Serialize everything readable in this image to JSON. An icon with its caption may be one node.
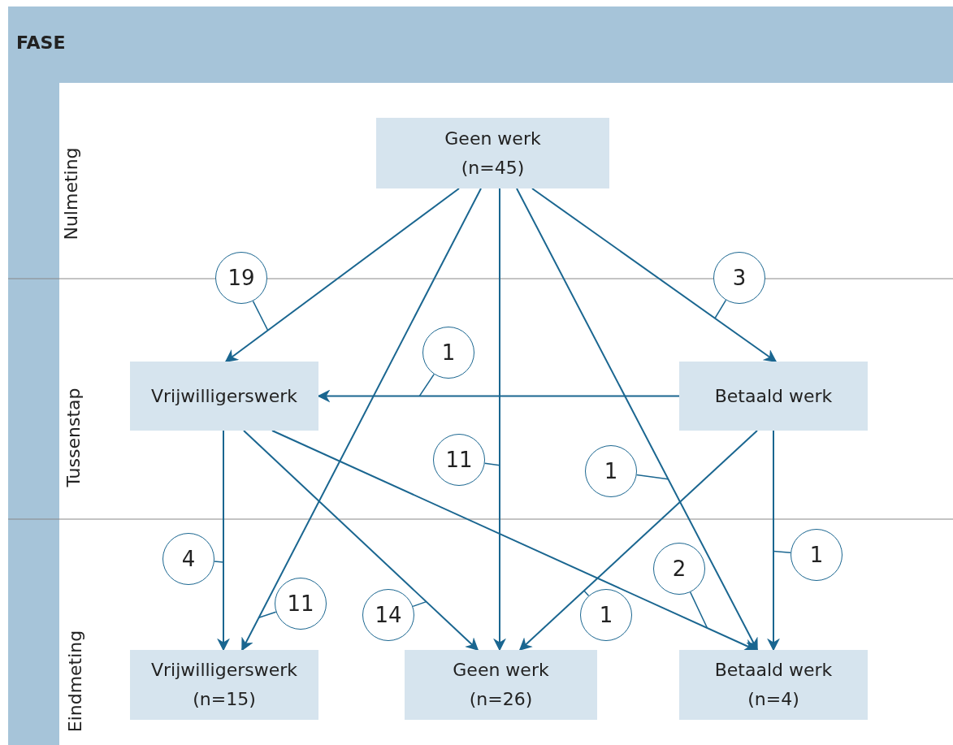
{
  "diagram": {
    "nodes": [
      {
        "text": [
          "Geen werk",
          "(n=45)"
        ]
      },
      {
        "text": [
          "Vrijwilligerswerk"
        ]
      },
      {
        "text": [
          "Betaald werk"
        ]
      },
      {
        "text": [
          "Vrijwilligerswerk",
          "(n=15)"
        ]
      },
      {
        "text": [
          "Geen werk",
          "(n=26)"
        ]
      },
      {
        "text": [
          "Betaald werk",
          "(n=4)"
        ]
      }
    ],
    "edges": [
      {
        "from": 0,
        "to": 1,
        "arrow": "to",
        "label": "19"
      },
      {
        "from": 0,
        "to": 3,
        "arrow": "to",
        "label": "11"
      },
      {
        "from": 0,
        "to": 4,
        "arrow": "to",
        "label": "11"
      },
      {
        "from": 0,
        "to": 5,
        "arrow": "to",
        "label": "1"
      },
      {
        "from": 0,
        "to": 2,
        "arrow": "to",
        "label": "3"
      },
      {
        "from": 2,
        "to": 1,
        "arrow": "to",
        "label": "1"
      },
      {
        "from": 1,
        "to": 3,
        "arrow": "to",
        "label": "4"
      },
      {
        "from": 1,
        "to": 4,
        "arrow": "to",
        "label": "14"
      },
      {
        "from": 1,
        "to": 5,
        "arrow": "to",
        "label": "2"
      },
      {
        "from": 2,
        "to": 4,
        "arrow": "to",
        "label": "1"
      },
      {
        "from": 2,
        "to": 5,
        "arrow": "to",
        "label": "1"
      }
    ],
    "labels": [
      "FASE",
      "Nulmeting",
      "Tussenstap",
      "Eindmeting"
    ]
  }
}
